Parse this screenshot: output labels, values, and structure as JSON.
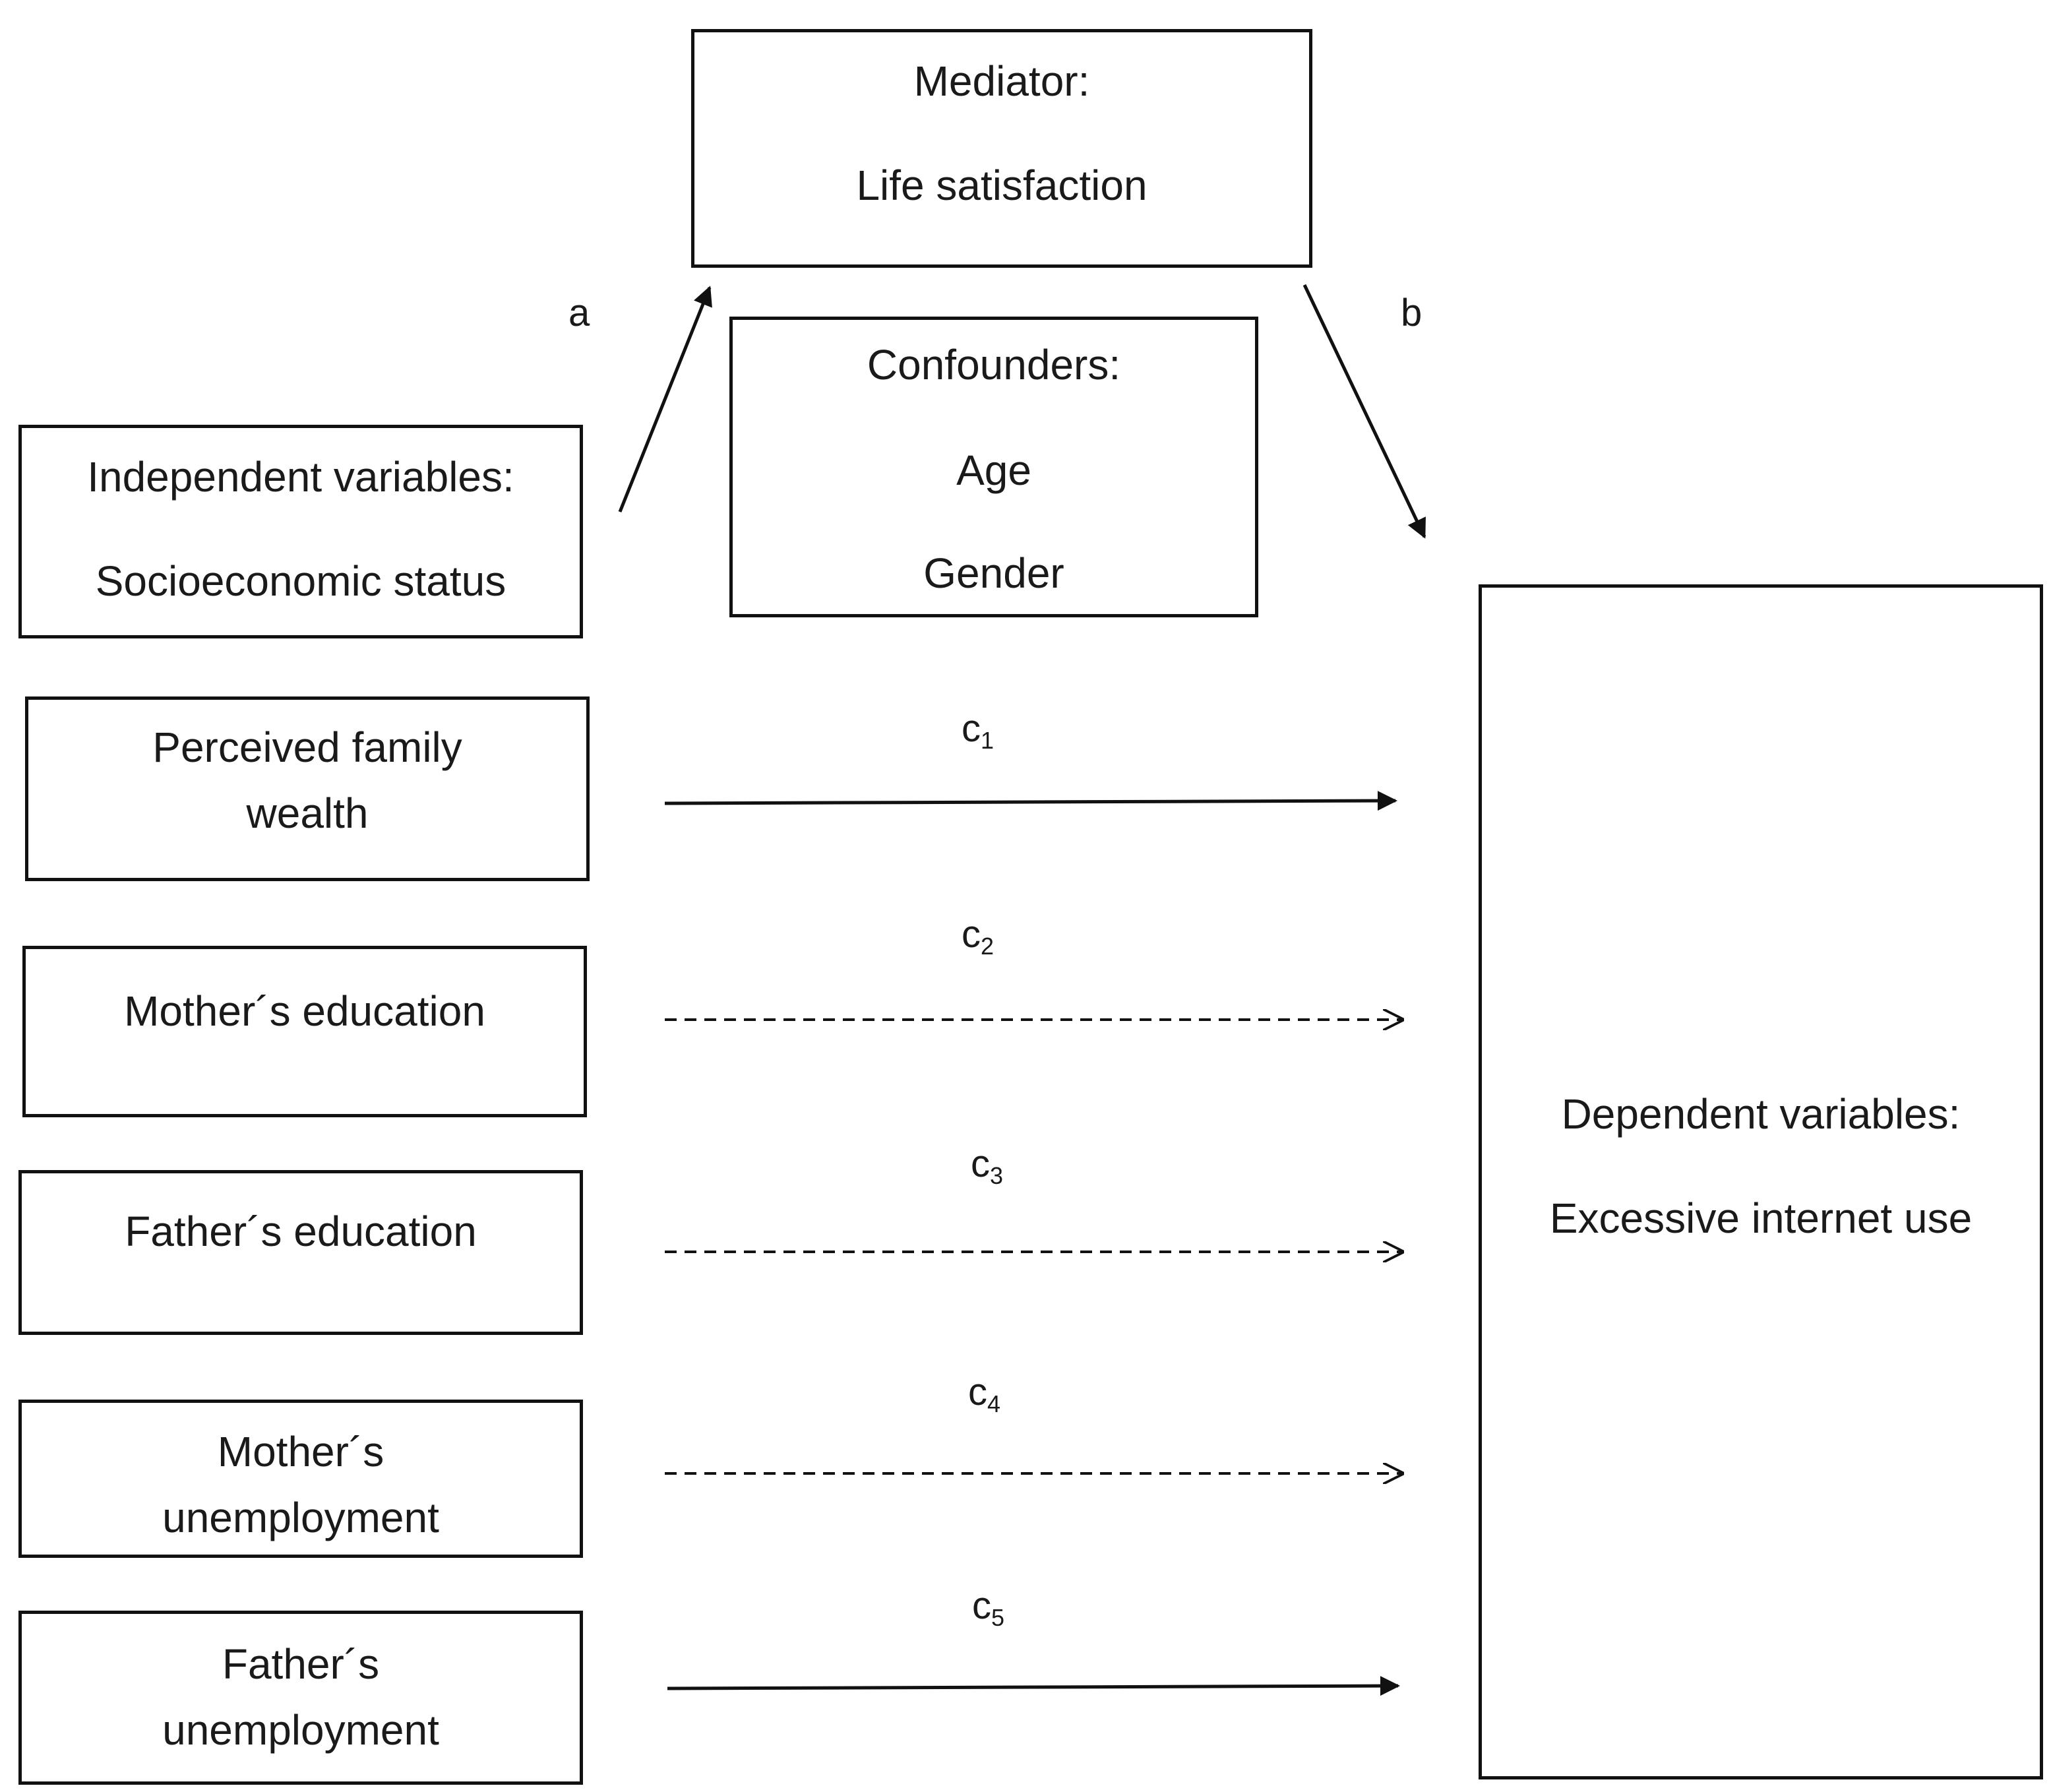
{
  "mediator": {
    "title": "Mediator:",
    "value": "Life satisfaction"
  },
  "confounders": {
    "title": "Confounders:",
    "items": [
      "Age",
      "Gender"
    ]
  },
  "independent": {
    "title": "Independent variables:",
    "value": "Socioeconomic status"
  },
  "predictors": [
    {
      "lines": [
        "Perceived family",
        "wealth"
      ],
      "path": "c",
      "index": "1",
      "line_style": "solid"
    },
    {
      "lines": [
        "Mother´s education"
      ],
      "path": "c",
      "index": "2",
      "line_style": "dashed"
    },
    {
      "lines": [
        "Father´s education"
      ],
      "path": "c",
      "index": "3",
      "line_style": "dashed"
    },
    {
      "lines": [
        "Mother´s",
        "unemployment"
      ],
      "path": "c",
      "index": "4",
      "line_style": "dashed"
    },
    {
      "lines": [
        "Father´s",
        "unemployment"
      ],
      "path": "c",
      "index": "5",
      "line_style": "solid"
    }
  ],
  "dependent": {
    "title": "Dependent variables:",
    "value": "Excessive internet use"
  },
  "paths": {
    "a": "a",
    "b": "b"
  }
}
